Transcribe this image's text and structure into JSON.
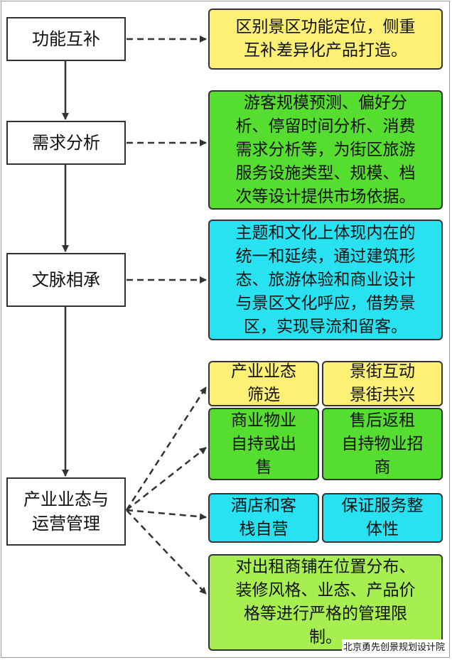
{
  "left_boxes": [
    "功能互补",
    "需求分析",
    "文脉相承",
    "产业业态与\n运营管理"
  ],
  "right_boxes": {
    "positioning": "区别景区功能定位，侧重\n互补差异化产品打造。",
    "demand": "游客规模预测、偏好分\n析、停留时间分析、消费\n需求分析等，为街区旅游\n服务设施类型、规模、档\n次等设计提供市场依据。",
    "culture": "主题和文化上体现内在的\n统一和延续，通过建筑形\n态、旅游体验和商业设计\n与景区文化呼应，借势景\n区，实现导流和留客。",
    "industry_screening": "产业业态\n筛选",
    "scenic_street": "景街互动\n景街共兴",
    "commercial_property": "商业物业\n自持或出\n售",
    "after_sale_lease": "售后返租\n自持物业招\n商",
    "hotel": "酒店和客\n栈自营",
    "service_integrity": "保证服务整\n体性",
    "management": "对出租商铺在位置分布、\n装修风格、业态、产品价\n格等进行严格的管理限\n制。"
  },
  "watermark": "北京勇先创景规划设计院",
  "colors": {
    "yellow": "#fdf075",
    "green": "#55dd2f",
    "cyan": "#28e2f2",
    "lime": "#a7ee50",
    "border": "#333333"
  }
}
